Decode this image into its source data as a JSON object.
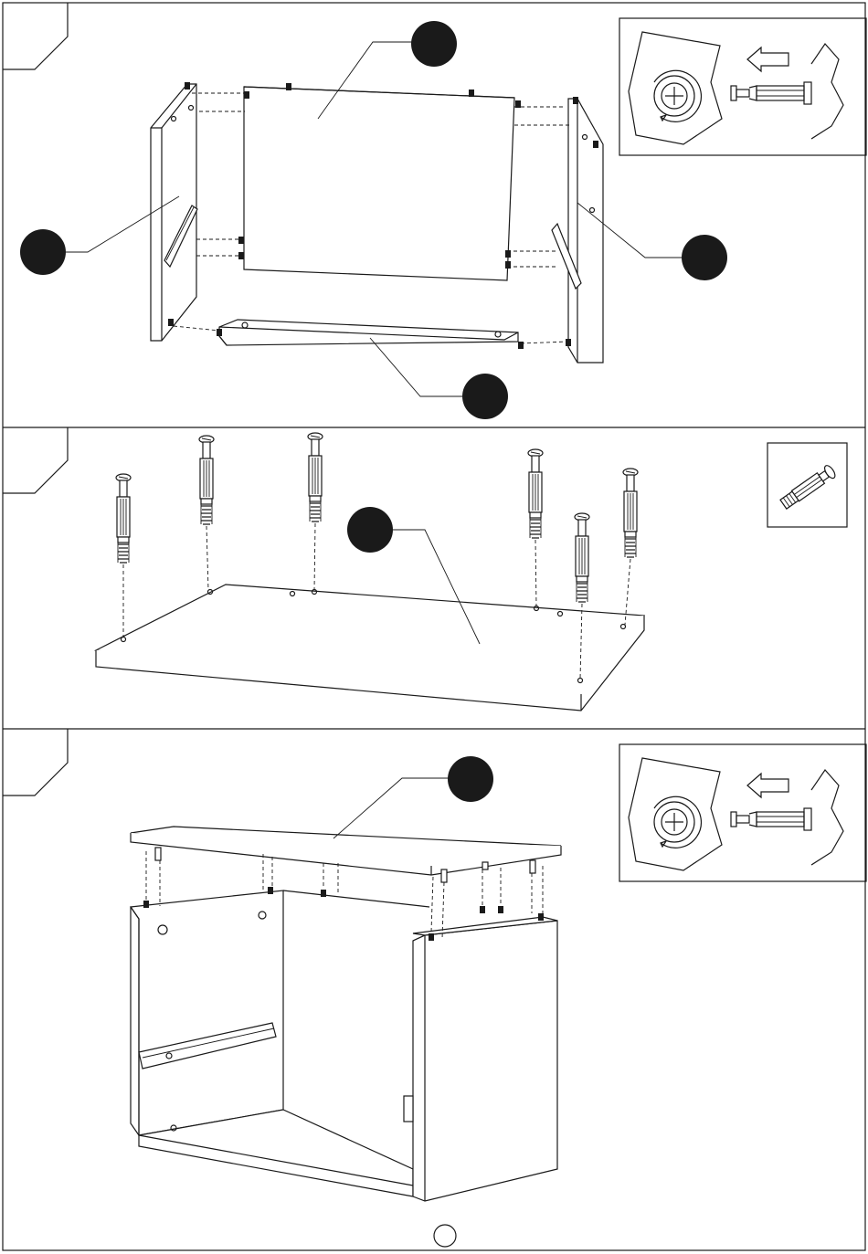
{
  "page": {
    "page_number": ""
  },
  "steps": [
    {
      "id": "step-1",
      "callouts": [
        {
          "id": "back-panel",
          "label": ""
        },
        {
          "id": "left-side-panel",
          "label": ""
        },
        {
          "id": "right-side-panel",
          "label": ""
        },
        {
          "id": "front-rail",
          "label": ""
        }
      ],
      "detail": "cam-lock-tighten"
    },
    {
      "id": "step-2",
      "callouts": [
        {
          "id": "bottom-panel",
          "label": ""
        }
      ],
      "detail": "cam-bolt"
    },
    {
      "id": "step-3",
      "callouts": [
        {
          "id": "top-panel",
          "label": ""
        }
      ],
      "detail": "cam-lock-tighten"
    }
  ],
  "colors": {
    "line": "#1a1a1a",
    "background": "#ffffff",
    "callout_fill": "#1a1a1a"
  }
}
